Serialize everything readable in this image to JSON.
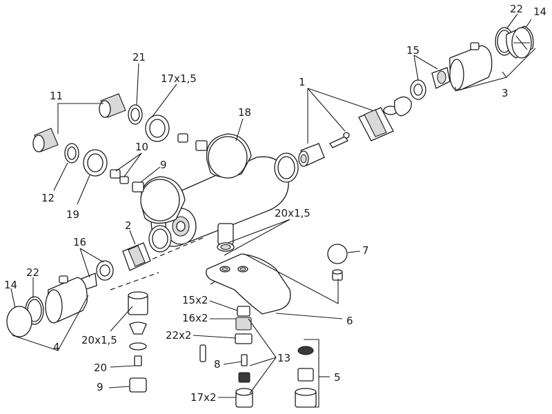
{
  "callouts": {
    "c1": "1",
    "c2": "2",
    "c3": "3",
    "c4": "4",
    "c5": "5",
    "c6": "6",
    "c7": "7",
    "c8": "8",
    "c9a": "9",
    "c9b": "9",
    "c10": "10",
    "c11": "11",
    "c12": "12",
    "c13": "13",
    "c14a": "14",
    "c14b": "14",
    "c15": "15",
    "c15x2": "15x2",
    "c16": "16",
    "c16x2": "16x2",
    "c17x15": "17x1,5",
    "c17x2": "17x2",
    "c18": "18",
    "c19": "19",
    "c20": "20",
    "c20x15a": "20x1,5",
    "c20x15b": "20x1,5",
    "c21": "21",
    "c22a": "22",
    "c22b": "22",
    "c22x2": "22x2"
  }
}
